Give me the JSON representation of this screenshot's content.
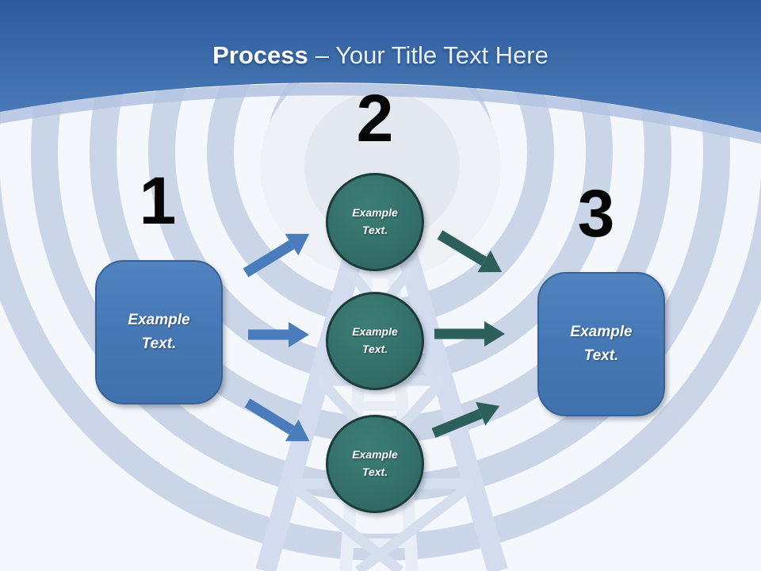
{
  "slide_title": {
    "bold_part": "Process",
    "regular_part": "– Your Title Text Here"
  },
  "steps": {
    "step1": {
      "number": "1",
      "box_label": "Example Text."
    },
    "step2": {
      "number": "2",
      "circle_labels": [
        "Example Text.",
        "Example Text.",
        "Example Text."
      ]
    },
    "step3": {
      "number": "3",
      "box_label": "Example Text."
    }
  },
  "icons": {
    "background_art": "radio-tower-signal-waves-icon"
  },
  "colors": {
    "header_gradient_top": "#2d5b9c",
    "header_gradient_bottom": "#4e7eba",
    "process_box_fill": "#4577b4",
    "process_box_border": "#3a6191",
    "circle_fill": "#34706b",
    "circle_border": "#1d3b39",
    "blue_arrow": "#4a7cbc",
    "teal_arrow": "#2d605b",
    "canvas_background": "#f4f7fb",
    "signal_arc": "#c8d4e8"
  }
}
